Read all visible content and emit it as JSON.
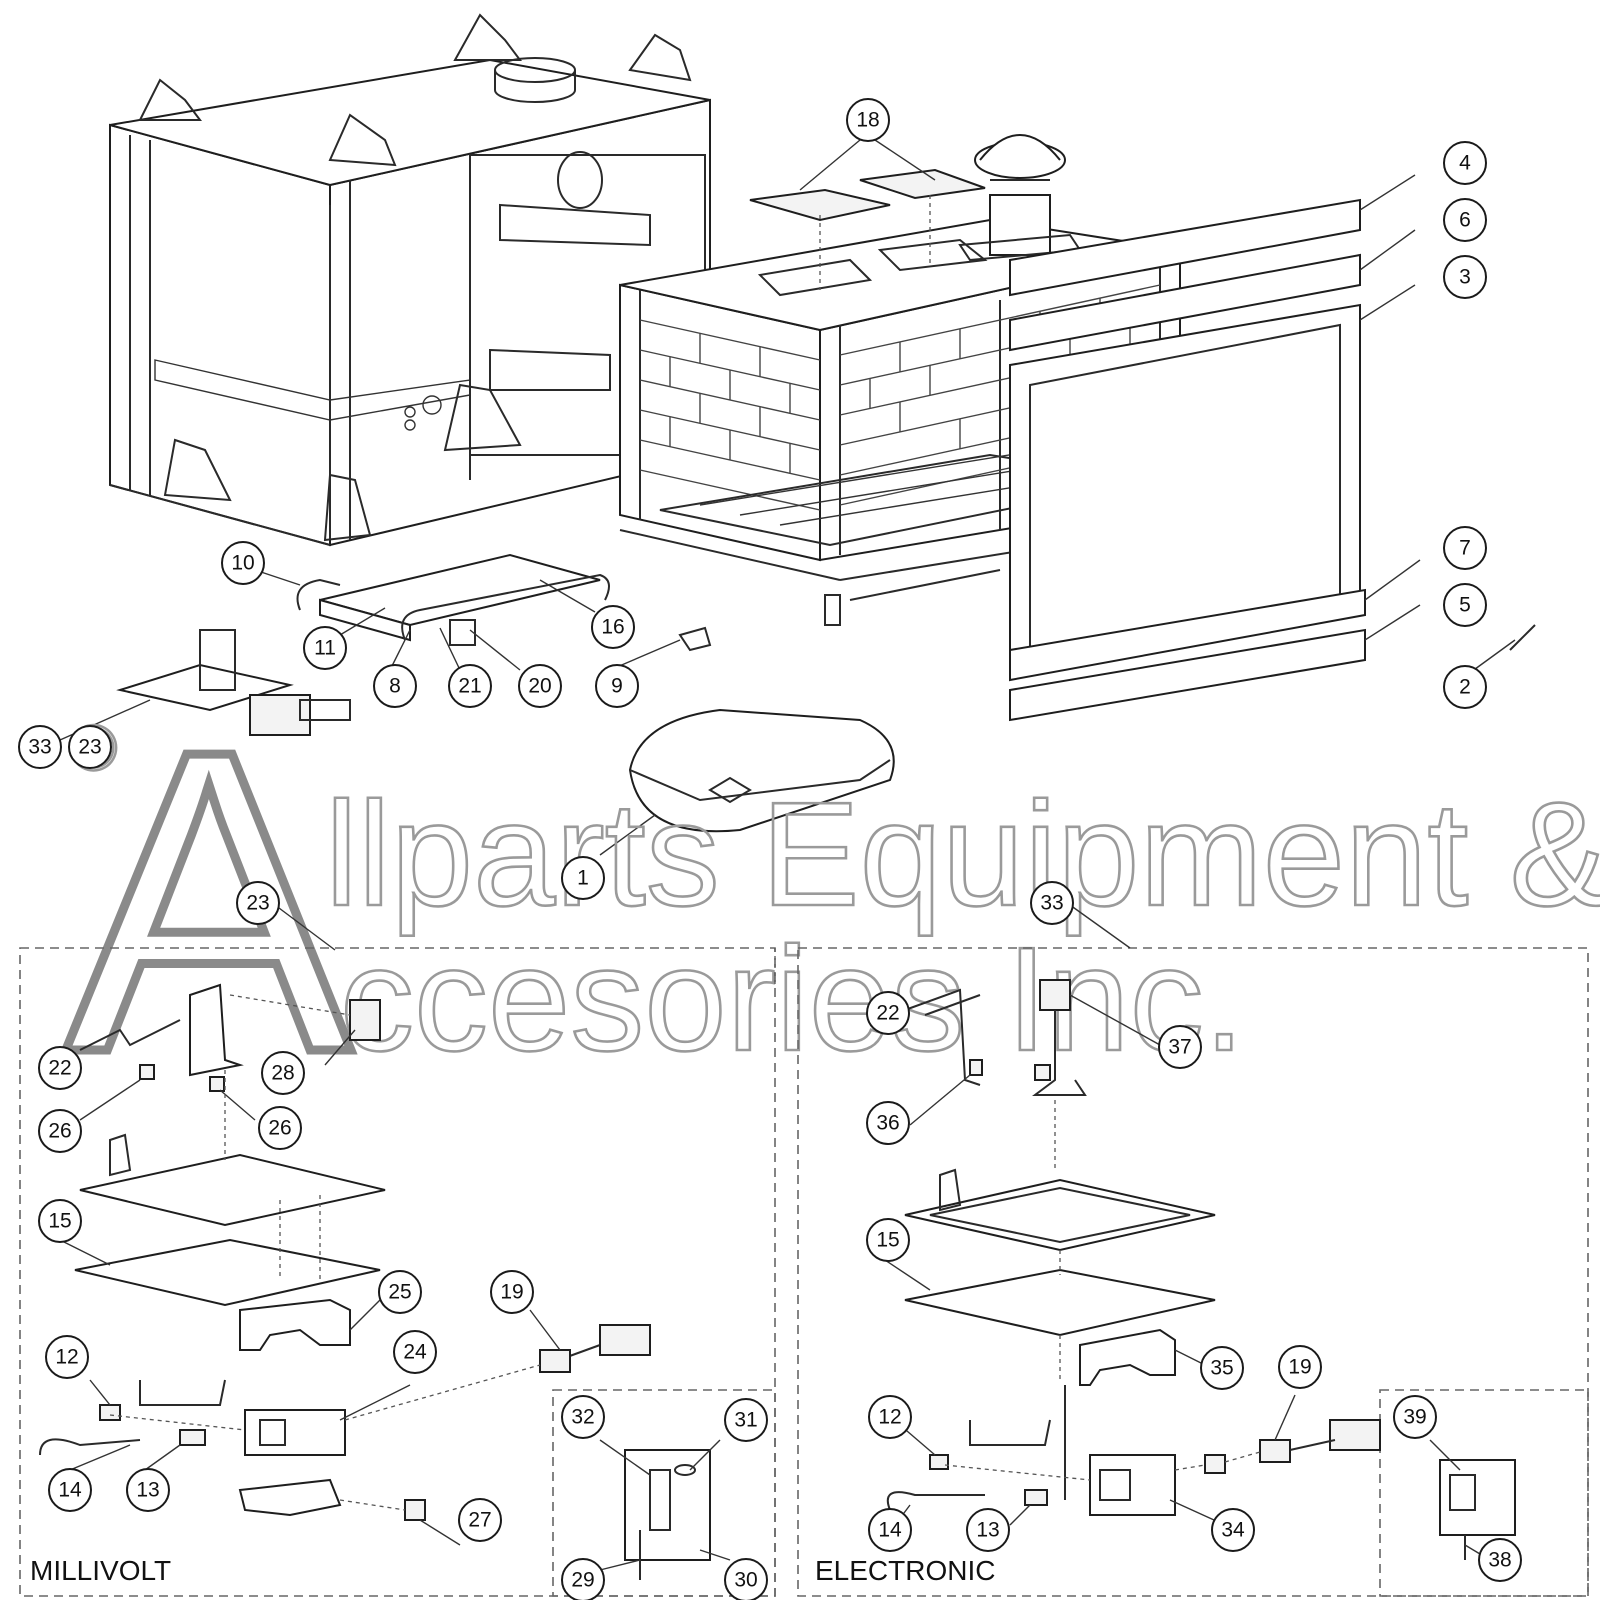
{
  "watermark": {
    "copyright": "©",
    "big_letter": "A",
    "line1": "llparts Equipment &",
    "line2": "ccesories Inc."
  },
  "sections": {
    "millivolt": "MILLIVOLT",
    "electronic": "ELECTRONIC"
  },
  "callouts": {
    "c1": "1",
    "c2": "2",
    "c3": "3",
    "c4": "4",
    "c5": "5",
    "c6": "6",
    "c7": "7",
    "c8": "8",
    "c9": "9",
    "c10": "10",
    "c11": "11",
    "c16": "16",
    "c18": "18",
    "c20": "20",
    "c21": "21",
    "c33a": "33",
    "c23a": "23",
    "m23": "23",
    "m22": "22",
    "m28": "28",
    "m26a": "26",
    "m26b": "26",
    "m15": "15",
    "m25": "25",
    "m19": "19",
    "m24": "24",
    "m12": "12",
    "m14": "14",
    "m13": "13",
    "m27": "27",
    "m32": "32",
    "m31": "31",
    "m29": "29",
    "m30": "30",
    "e33": "33",
    "e22": "22",
    "e37": "37",
    "e36": "36",
    "e15": "15",
    "e35": "35",
    "e19": "19",
    "e12": "12",
    "e14": "14",
    "e13": "13",
    "e34": "34",
    "e39": "39",
    "e38": "38"
  }
}
